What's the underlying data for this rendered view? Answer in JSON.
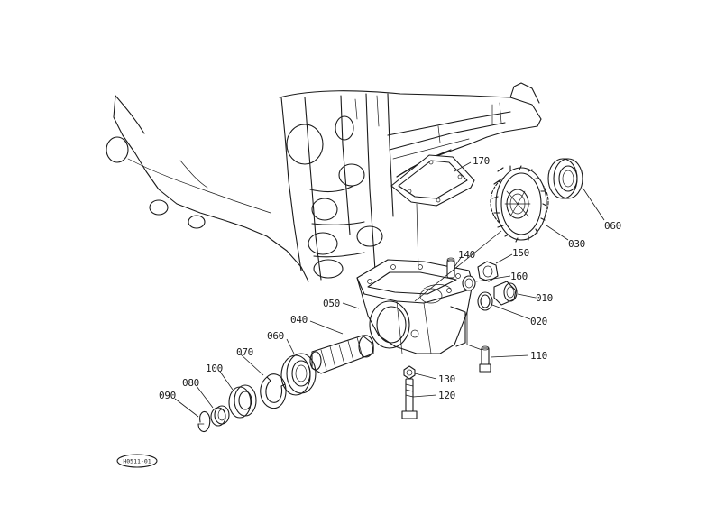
{
  "parts": [
    {
      "id": "p170",
      "label": "170"
    },
    {
      "id": "p030",
      "label": "030"
    },
    {
      "id": "p060a",
      "label": "060"
    },
    {
      "id": "p140",
      "label": "140"
    },
    {
      "id": "p150",
      "label": "150"
    },
    {
      "id": "p160",
      "label": "160"
    },
    {
      "id": "p010",
      "label": "010"
    },
    {
      "id": "p020",
      "label": "020"
    },
    {
      "id": "p050",
      "label": "050"
    },
    {
      "id": "p040",
      "label": "040"
    },
    {
      "id": "p060b",
      "label": "060"
    },
    {
      "id": "p070",
      "label": "070"
    },
    {
      "id": "p100",
      "label": "100"
    },
    {
      "id": "p080",
      "label": "080"
    },
    {
      "id": "p090",
      "label": "090"
    },
    {
      "id": "p110",
      "label": "110"
    },
    {
      "id": "p130",
      "label": "130"
    },
    {
      "id": "p120",
      "label": "120"
    }
  ],
  "stamp": "H0511-01"
}
